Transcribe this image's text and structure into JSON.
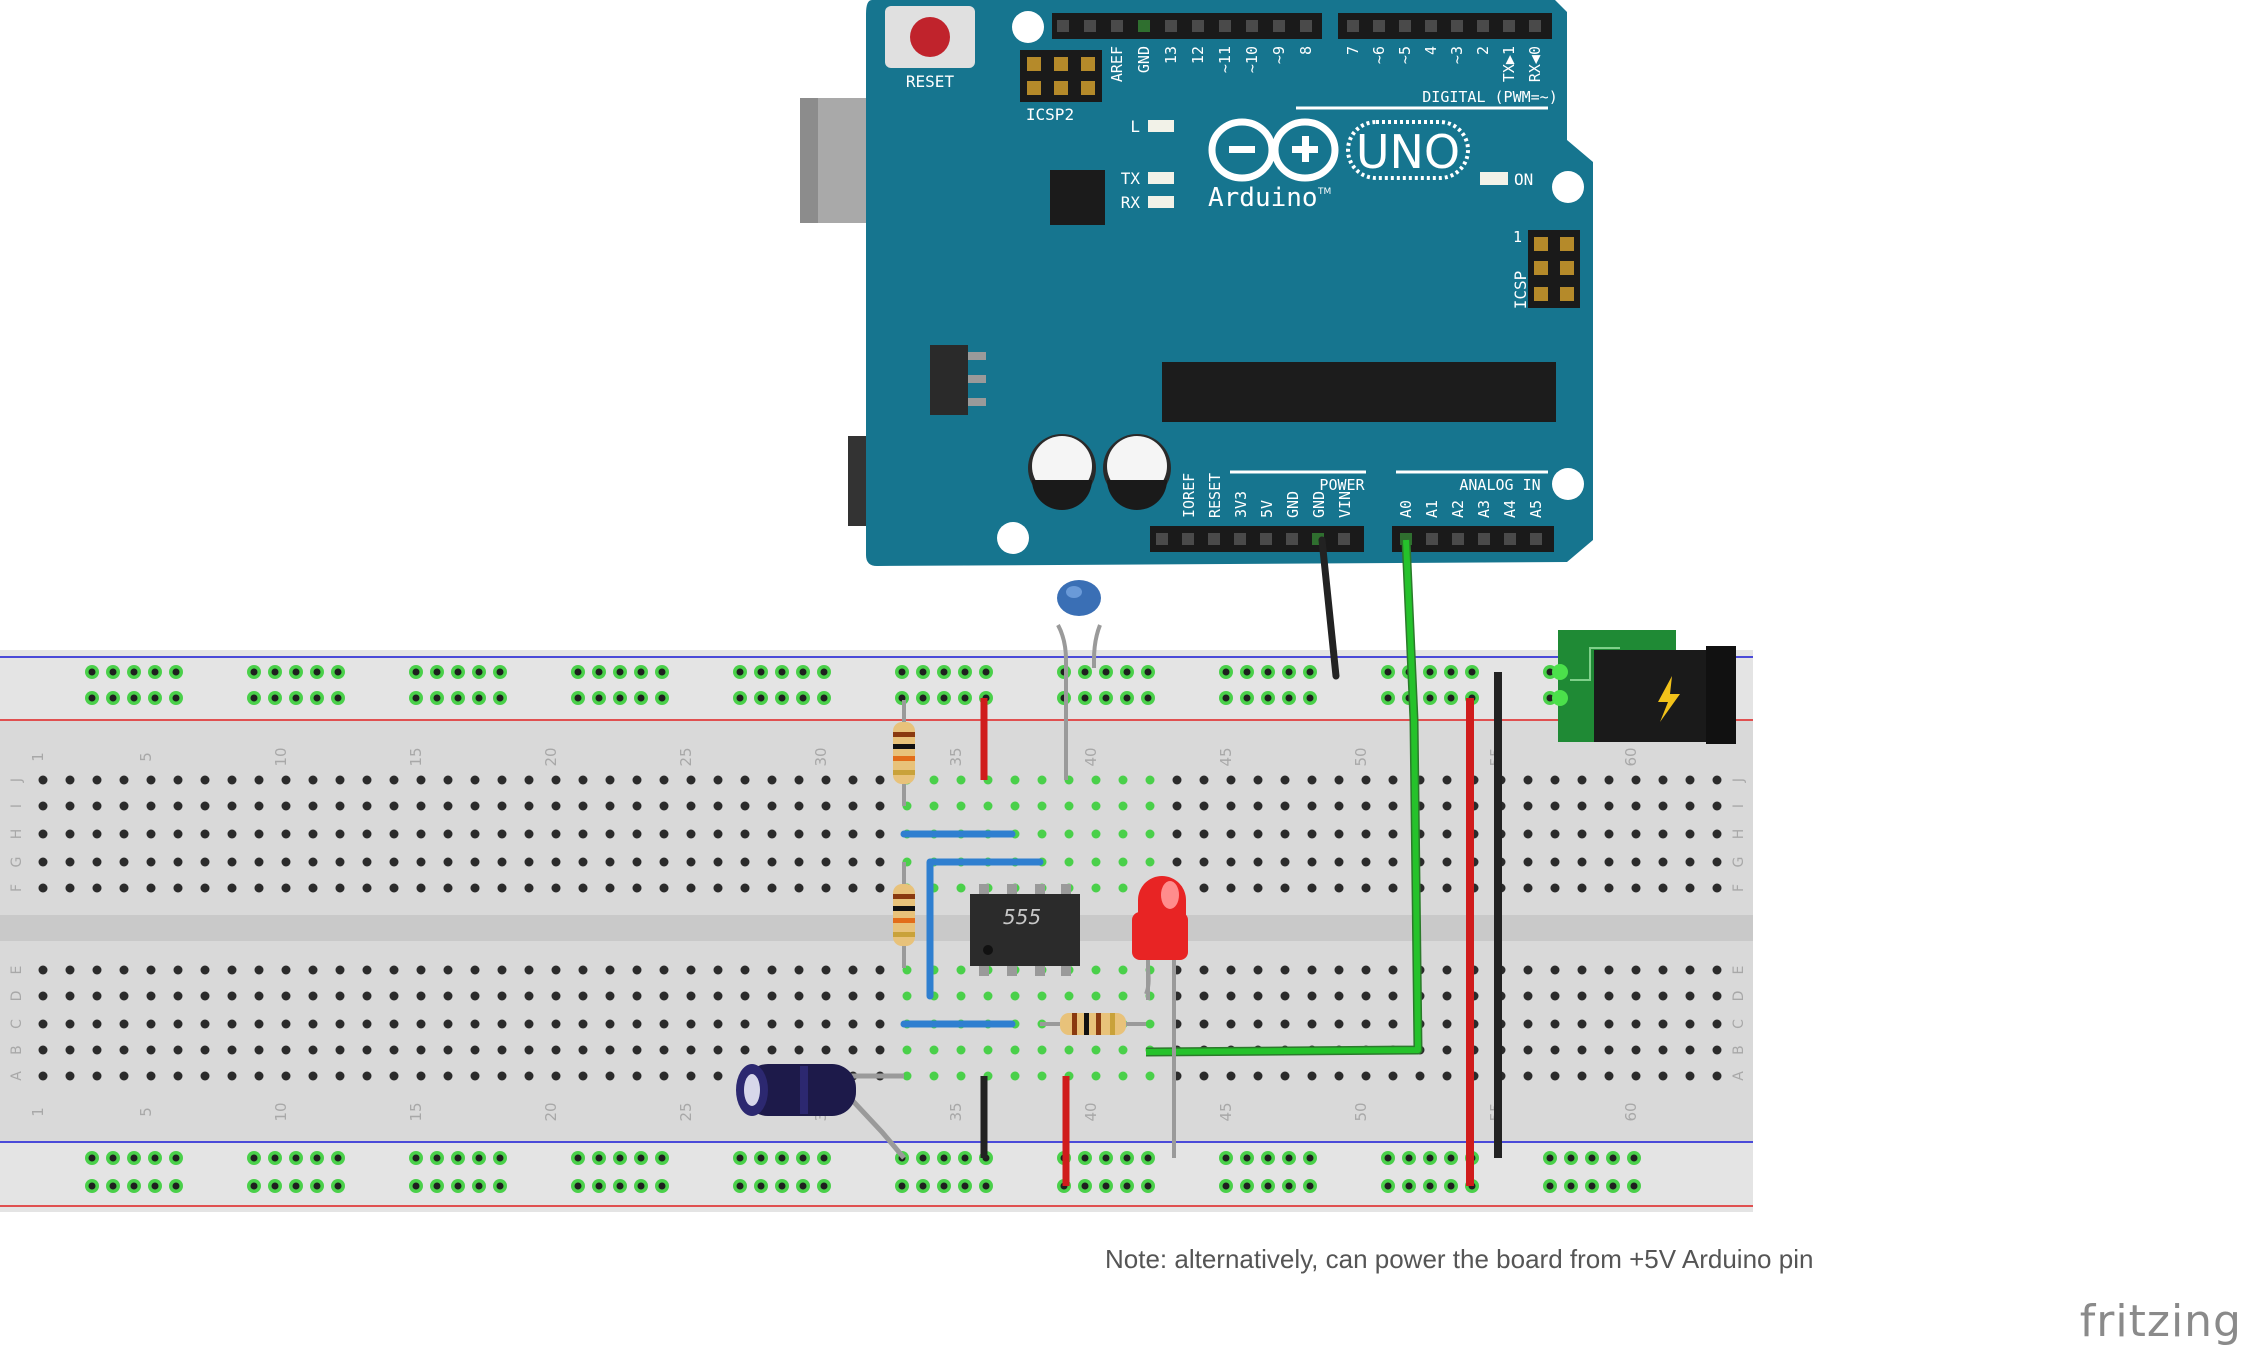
{
  "arduino": {
    "reset_label": "RESET",
    "icsp2_label": "ICSP2",
    "icsp_label": "ICSP",
    "icsp_pin1": "1",
    "led_l": "L",
    "led_tx": "TX",
    "led_rx": "RX",
    "on_label": "ON",
    "logo_text": "Arduino",
    "tm": "TM",
    "uno_text": "UNO",
    "digital_label": "DIGITAL (PWM=~)",
    "power_label": "POWER",
    "analog_label": "ANALOG IN",
    "top_pins_left": [
      "AREF",
      "GND",
      "13",
      "12",
      "~11",
      "~10",
      "~9",
      "8"
    ],
    "top_pins_right": [
      "7",
      "~6",
      "~5",
      "4",
      "~3",
      "2",
      "TX▶1",
      "RX◀0"
    ],
    "power_pins": [
      "IOREF",
      "RESET",
      "3V3",
      "5V",
      "GND",
      "GND",
      "VIN"
    ],
    "analog_pins": [
      "A0",
      "A1",
      "A2",
      "A3",
      "A4",
      "A5"
    ],
    "board_color": "#16758f"
  },
  "breadboard": {
    "column_numbers": [
      "1",
      "5",
      "10",
      "15",
      "20",
      "25",
      "30",
      "35",
      "40",
      "45",
      "50",
      "55",
      "60"
    ],
    "row_letters_top": [
      "J",
      "I",
      "H",
      "G",
      "F"
    ],
    "row_letters_bottom": [
      "E",
      "D",
      "C",
      "B",
      "A"
    ]
  },
  "chip": {
    "label": "555"
  },
  "colors": {
    "wire_green": "#25c22b",
    "wire_blue": "#2f7fd0",
    "wire_red": "#d01c1c",
    "wire_black": "#222222",
    "rail_red": "#e05050",
    "rail_blue": "#4a4ad8",
    "led_red": "#e82424"
  },
  "note": "Note: alternatively, can power the board from +5V Arduino pin",
  "brand": "fritzing"
}
